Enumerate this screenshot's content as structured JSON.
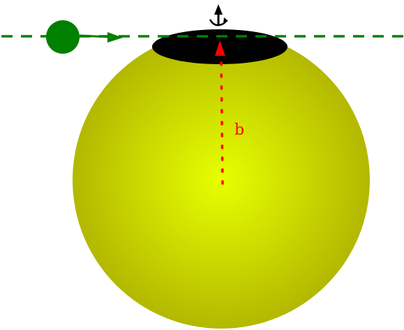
{
  "diagram": {
    "impact_parameter_label": "b",
    "colors": {
      "background": "#ffffff",
      "star_center": "#e6ff00",
      "star_mid": "#cbd900",
      "star_edge": "#b3b800",
      "planet": "#008000",
      "trajectory": "#008000",
      "transit_chord": "#000000",
      "impact_parameter": "#ff0000",
      "rotation_axis": "#000000"
    },
    "icons": {
      "planet": "filled-circle",
      "rotation_axis": "up-arrow-with-spin"
    }
  }
}
